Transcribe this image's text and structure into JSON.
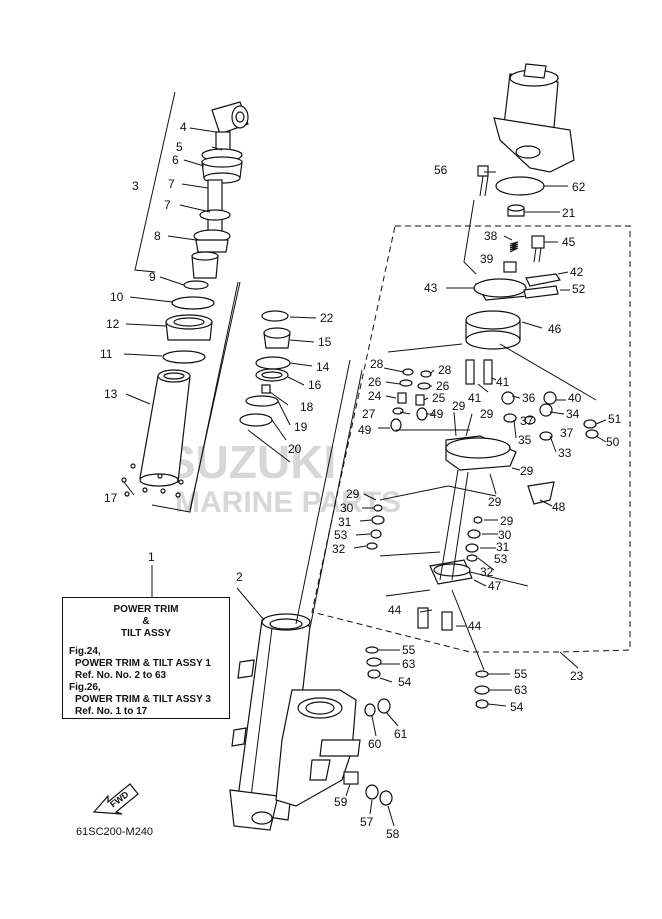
{
  "diagram": {
    "code": "61SC200-M240",
    "fwd_label": "FWD",
    "watermark": {
      "brand": "SUZUKI",
      "subtitle": "MARINE PARTS"
    },
    "title_box": {
      "ref_number": "1",
      "title_line1": "POWER TRIM",
      "title_line2": "&",
      "title_line3": "TILT ASSY",
      "refs": [
        {
          "fig": "Fig.24,",
          "name": "POWER TRIM & TILT ASSY 1",
          "ref": "Ref. No. No. 2 to 63"
        },
        {
          "fig": "Fig.26,",
          "name": "POWER TRIM & TILT ASSY 3",
          "ref": "Ref. No. 1 to 17"
        }
      ]
    },
    "callouts": [
      "2",
      "3",
      "4",
      "5",
      "6",
      "7",
      "7",
      "8",
      "9",
      "10",
      "11",
      "12",
      "13",
      "14",
      "15",
      "16",
      "17",
      "18",
      "19",
      "20",
      "21",
      "22",
      "23",
      "24",
      "25",
      "26",
      "26",
      "27",
      "28",
      "28",
      "29",
      "29",
      "29",
      "29",
      "29",
      "29",
      "30",
      "30",
      "31",
      "31",
      "32",
      "32",
      "33",
      "34",
      "35",
      "36",
      "37",
      "37",
      "38",
      "39",
      "40",
      "41",
      "41",
      "42",
      "43",
      "44",
      "44",
      "45",
      "46",
      "47",
      "48",
      "49",
      "49",
      "50",
      "51",
      "52",
      "53",
      "53",
      "54",
      "54",
      "55",
      "55",
      "56",
      "57",
      "58",
      "59",
      "60",
      "61",
      "62",
      "63",
      "63"
    ]
  }
}
